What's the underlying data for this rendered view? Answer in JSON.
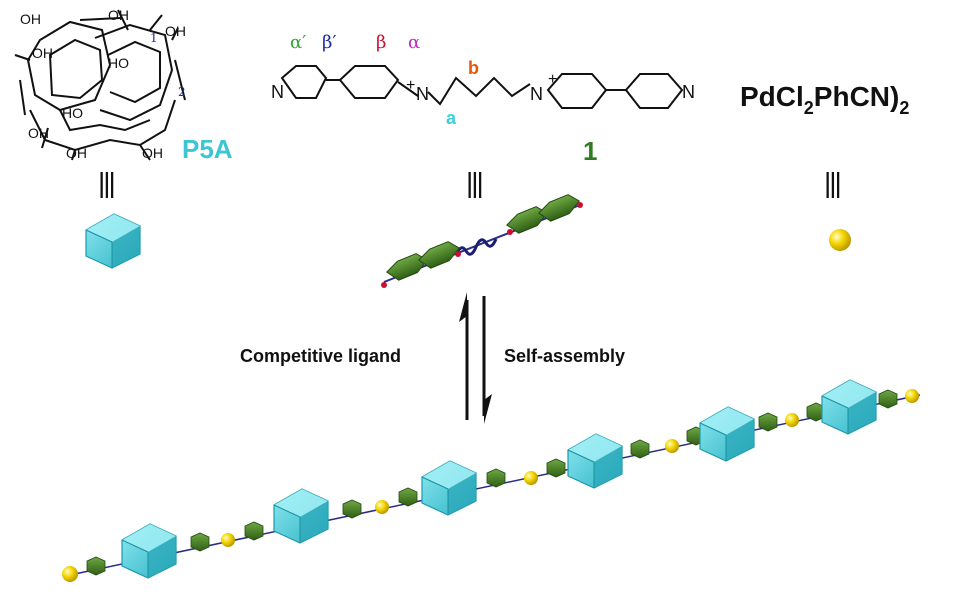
{
  "p5a": {
    "name": "P5A",
    "oh": "OH",
    "ho": "HO",
    "pos1": "1",
    "pos2": "2",
    "equiv": "|||"
  },
  "ligand": {
    "label_alpha_prime": "α′",
    "label_beta_prime": "β′",
    "label_beta": "β",
    "label_alpha": "α",
    "label_a": "a",
    "label_b": "b",
    "atom_n": "N",
    "plus": "+",
    "compound_number": "1",
    "equiv": "|||"
  },
  "pd": {
    "formula_main": "PdCl",
    "formula_sub": "2",
    "formula_mid": "PhCN)",
    "formula_sub2": "2",
    "equiv": "|||"
  },
  "arrows": {
    "left_label": "Competitive ligand",
    "right_label": "Self-assembly"
  },
  "colors": {
    "cyan": "#3cc6d4",
    "green_ring": "#3d7a1f",
    "gold": "#f2cf00",
    "alpha_prime": "#2fa82f",
    "beta_prime": "#1a2aa0",
    "beta": "#c8102e",
    "alpha": "#c22ac2",
    "label_a": "#3ccfdc",
    "label_b": "#e05a10",
    "number": "#2e7d1e"
  }
}
